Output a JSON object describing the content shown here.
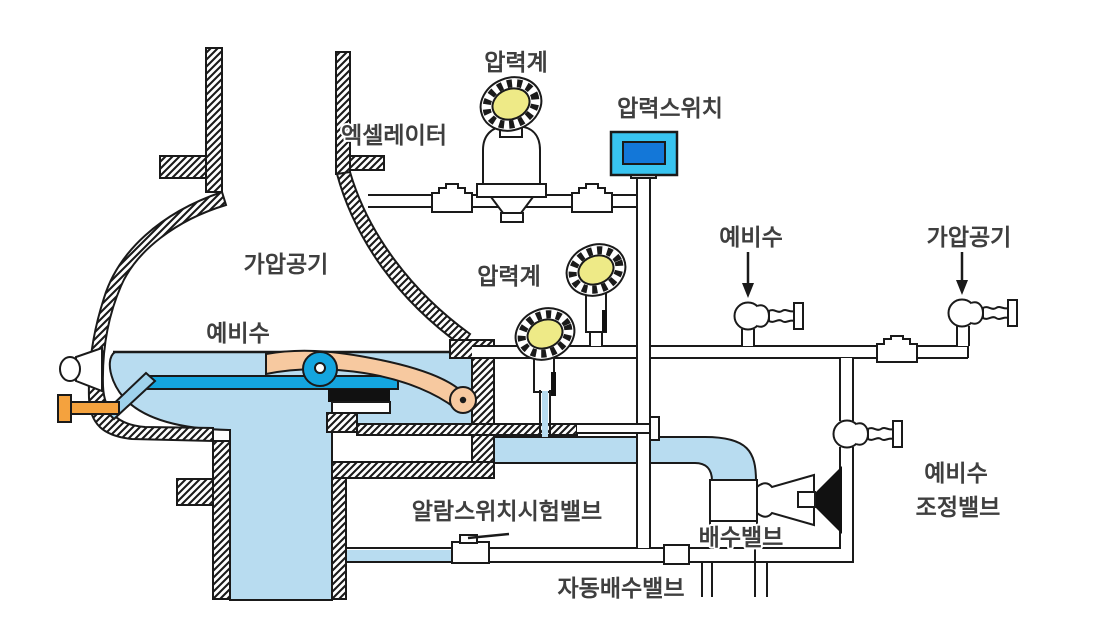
{
  "labels": {
    "gauge_top": "압력계",
    "accelerator": "엑셀레이터",
    "pressure_switch": "압력스위치",
    "pressurized_air_dome": "가압공기",
    "priming_water_chamber": "예비수",
    "gauge_mid": "압력계",
    "priming_water_supply": "예비수",
    "pressurized_air_supply": "가압공기",
    "alarm_switch_test_valve": "알람스위치시험밸브",
    "drain_valve": "배수밸브",
    "priming_water_control_valve_line1": "예비수",
    "priming_water_control_valve_line2": "조정밸브",
    "auto_drain_valve": "자동배수밸브"
  },
  "colors": {
    "line": "#1a1a1a",
    "water": "#b8dcf0",
    "clapper": "#14a5df",
    "rod": "#9fd2ec",
    "lever": "#f7c9a0",
    "handle": "#f4a23e",
    "gauge-face": "#eeea87",
    "switch-body": "#38c4f0",
    "switch-screen": "#1377d8",
    "label": "#3f3f3f"
  }
}
